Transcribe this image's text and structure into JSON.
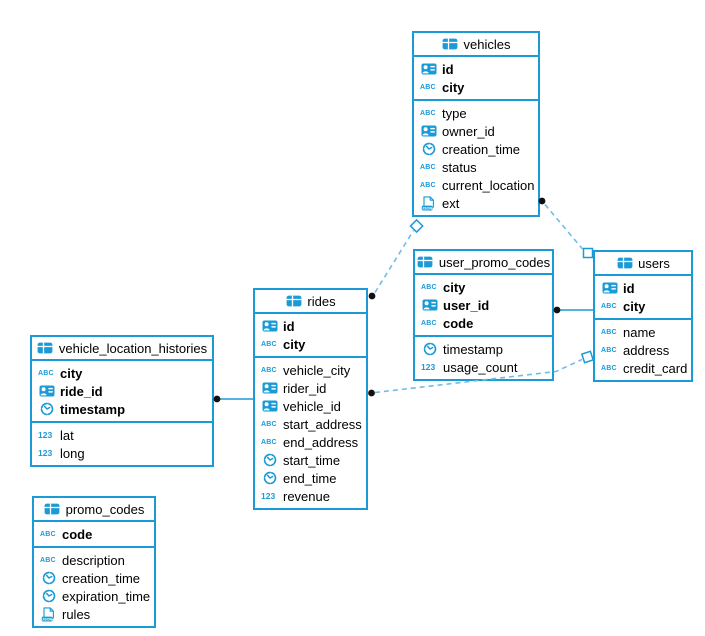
{
  "colors": {
    "accent": "#1a9ad6",
    "dashed_line": "#70bce8",
    "endpoint_dot": "#101010",
    "background": "#ffffff",
    "text": "#000000"
  },
  "icon_glyphs": {
    "abc": "ABC",
    "num": "123",
    "json": "JSON"
  },
  "tables": {
    "vehicles": {
      "title": "vehicles",
      "pk": [
        {
          "name": "id",
          "icon": "id-icon"
        },
        {
          "name": "city",
          "icon": "abc-icon"
        }
      ],
      "fields": [
        {
          "name": "type",
          "icon": "abc-icon"
        },
        {
          "name": "owner_id",
          "icon": "id-icon"
        },
        {
          "name": "creation_time",
          "icon": "clock-icon"
        },
        {
          "name": "status",
          "icon": "abc-icon"
        },
        {
          "name": "current_location",
          "icon": "abc-icon"
        },
        {
          "name": "ext",
          "icon": "json-icon"
        }
      ]
    },
    "user_promo_codes": {
      "title": "user_promo_codes",
      "pk": [
        {
          "name": "city",
          "icon": "abc-icon"
        },
        {
          "name": "user_id",
          "icon": "id-icon"
        },
        {
          "name": "code",
          "icon": "abc-icon"
        }
      ],
      "fields": [
        {
          "name": "timestamp",
          "icon": "clock-icon"
        },
        {
          "name": "usage_count",
          "icon": "number-icon"
        }
      ]
    },
    "users": {
      "title": "users",
      "pk": [
        {
          "name": "id",
          "icon": "id-icon"
        },
        {
          "name": "city",
          "icon": "abc-icon"
        }
      ],
      "fields": [
        {
          "name": "name",
          "icon": "abc-icon"
        },
        {
          "name": "address",
          "icon": "abc-icon"
        },
        {
          "name": "credit_card",
          "icon": "abc-icon"
        }
      ]
    },
    "rides": {
      "title": "rides",
      "pk": [
        {
          "name": "id",
          "icon": "id-icon"
        },
        {
          "name": "city",
          "icon": "abc-icon"
        }
      ],
      "fields": [
        {
          "name": "vehicle_city",
          "icon": "abc-icon"
        },
        {
          "name": "rider_id",
          "icon": "id-icon"
        },
        {
          "name": "vehicle_id",
          "icon": "id-icon"
        },
        {
          "name": "start_address",
          "icon": "abc-icon"
        },
        {
          "name": "end_address",
          "icon": "abc-icon"
        },
        {
          "name": "start_time",
          "icon": "clock-icon"
        },
        {
          "name": "end_time",
          "icon": "clock-icon"
        },
        {
          "name": "revenue",
          "icon": "number-icon"
        }
      ]
    },
    "vehicle_location_histories": {
      "title": "vehicle_location_histories",
      "pk": [
        {
          "name": "city",
          "icon": "abc-icon"
        },
        {
          "name": "ride_id",
          "icon": "id-icon"
        },
        {
          "name": "timestamp",
          "icon": "clock-icon"
        }
      ],
      "fields": [
        {
          "name": "lat",
          "icon": "number-icon"
        },
        {
          "name": "long",
          "icon": "number-icon"
        }
      ]
    },
    "promo_codes": {
      "title": "promo_codes",
      "pk": [
        {
          "name": "code",
          "icon": "abc-icon"
        }
      ],
      "fields": [
        {
          "name": "description",
          "icon": "abc-icon"
        },
        {
          "name": "creation_time",
          "icon": "clock-icon"
        },
        {
          "name": "expiration_time",
          "icon": "clock-icon"
        },
        {
          "name": "rules",
          "icon": "json-icon"
        }
      ]
    }
  },
  "relationships": [
    {
      "from": "rides",
      "to": "vehicles",
      "line": "dashed",
      "from_marker": "dot",
      "to_marker": "open-square"
    },
    {
      "from": "vehicles",
      "to": "users",
      "line": "dashed",
      "from_marker": "dot",
      "to_marker": "open-square"
    },
    {
      "from": "rides",
      "to": "users",
      "line": "dashed",
      "from_marker": "dot",
      "to_marker": "open-square"
    },
    {
      "from": "user_promo_codes",
      "to": "users",
      "line": "solid",
      "from_marker": "dot",
      "to_marker": "none"
    },
    {
      "from": "vehicle_location_histories",
      "to": "rides",
      "line": "solid",
      "from_marker": "dot",
      "to_marker": "none"
    }
  ]
}
